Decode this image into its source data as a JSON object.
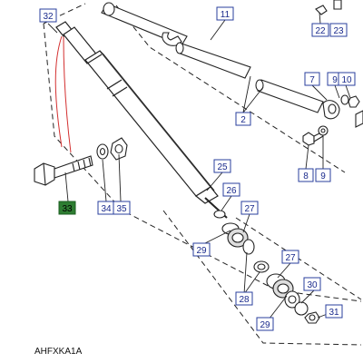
{
  "diagram": {
    "caption": "AHFXKA1A",
    "colors": {
      "ink": "#222222",
      "box_border": "#2a3f9e",
      "box_fill": "#ffffff",
      "box_text": "#1a2a8c",
      "highlight_fill": "#2e7d32",
      "highlight_text": "#000000",
      "red_line": "#d32f2f"
    },
    "callouts": {
      "c32": "32",
      "c11": "11",
      "c22": "22",
      "c23": "23",
      "c7": "7",
      "c9a": "9",
      "c10": "10",
      "c2": "2",
      "c8": "8",
      "c9b": "9",
      "c25": "25",
      "c26": "26",
      "c27a": "27",
      "c29a": "29",
      "c27b": "27",
      "c28": "28",
      "c30": "30",
      "c29b": "29",
      "c31": "31",
      "c33": "33",
      "c34": "34",
      "c35": "35"
    },
    "highlighted": [
      "33"
    ]
  }
}
